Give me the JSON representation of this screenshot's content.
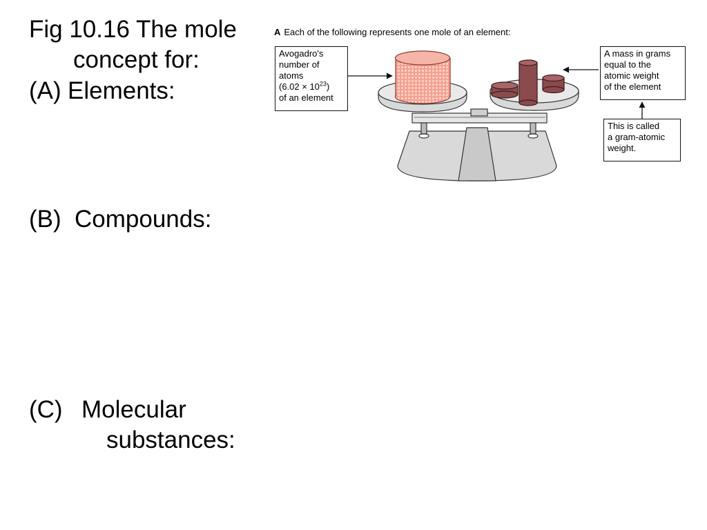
{
  "slide": {
    "title_line1": "Fig 10.16 The mole",
    "title_line2": "concept for:",
    "items": [
      {
        "label": "(A)",
        "text": "Elements:"
      },
      {
        "label": "(B)",
        "text": "Compounds:"
      },
      {
        "label": "(C)",
        "text": "Molecular",
        "text2": "substances:"
      }
    ]
  },
  "figure": {
    "panel_letter": "A",
    "caption": "Each of the following represents one mole of an element:",
    "callout_avogadro": {
      "line1": "Avogadro's",
      "line2": "number of",
      "line3": "atoms",
      "line4_pre": "(6.02 × 10",
      "line4_sup": "23",
      "line4_post": ")",
      "line5": "of an element"
    },
    "callout_mass": {
      "line1": "A mass in grams",
      "line2": "equal to the",
      "line3": "atomic weight",
      "line4": "of the element"
    },
    "callout_gram_atomic": {
      "line1": "This is called",
      "line2": "a gram-atomic",
      "line3": "weight."
    },
    "colors": {
      "atoms": "#f08070",
      "metal": "#8b4a4d",
      "scale": "#d9d9d9"
    }
  }
}
